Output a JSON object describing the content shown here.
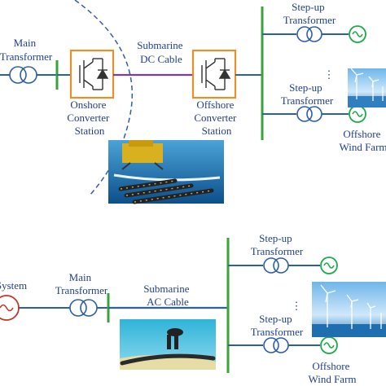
{
  "top": {
    "main_transformer": [
      "Main",
      "Transformer"
    ],
    "onshore_station": [
      "Onshore",
      "Converter",
      "Station"
    ],
    "cable": [
      "Submarine",
      "DC Cable"
    ],
    "offshore_station": [
      "Offshore",
      "Converter",
      "Station"
    ],
    "stepup_1": [
      "Step-up",
      "Transformer"
    ],
    "stepup_2": [
      "Step-up",
      "Transformer"
    ],
    "wind_farm": [
      "Offshore",
      "Wind Farm"
    ],
    "ellipsis": "⋮"
  },
  "bottom": {
    "system": "System",
    "main_transformer": [
      "Main",
      "Transformer"
    ],
    "cable": [
      "Submarine",
      "AC Cable"
    ],
    "stepup_1": [
      "Step-up",
      "Transformer"
    ],
    "stepup_2": [
      "Step-up",
      "Transformer"
    ],
    "wind_farm": [
      "Offshore",
      "Wind Farm"
    ],
    "ellipsis": "⋮"
  },
  "colors": {
    "text": "#1f3f8f",
    "converter_box": "#e8902a",
    "dc_cable": "#7a3f97",
    "busbar": "#3aa33a",
    "ac_line": "#2d5ea8",
    "generator": "#1faa4a",
    "system_source": "#c0392b"
  }
}
